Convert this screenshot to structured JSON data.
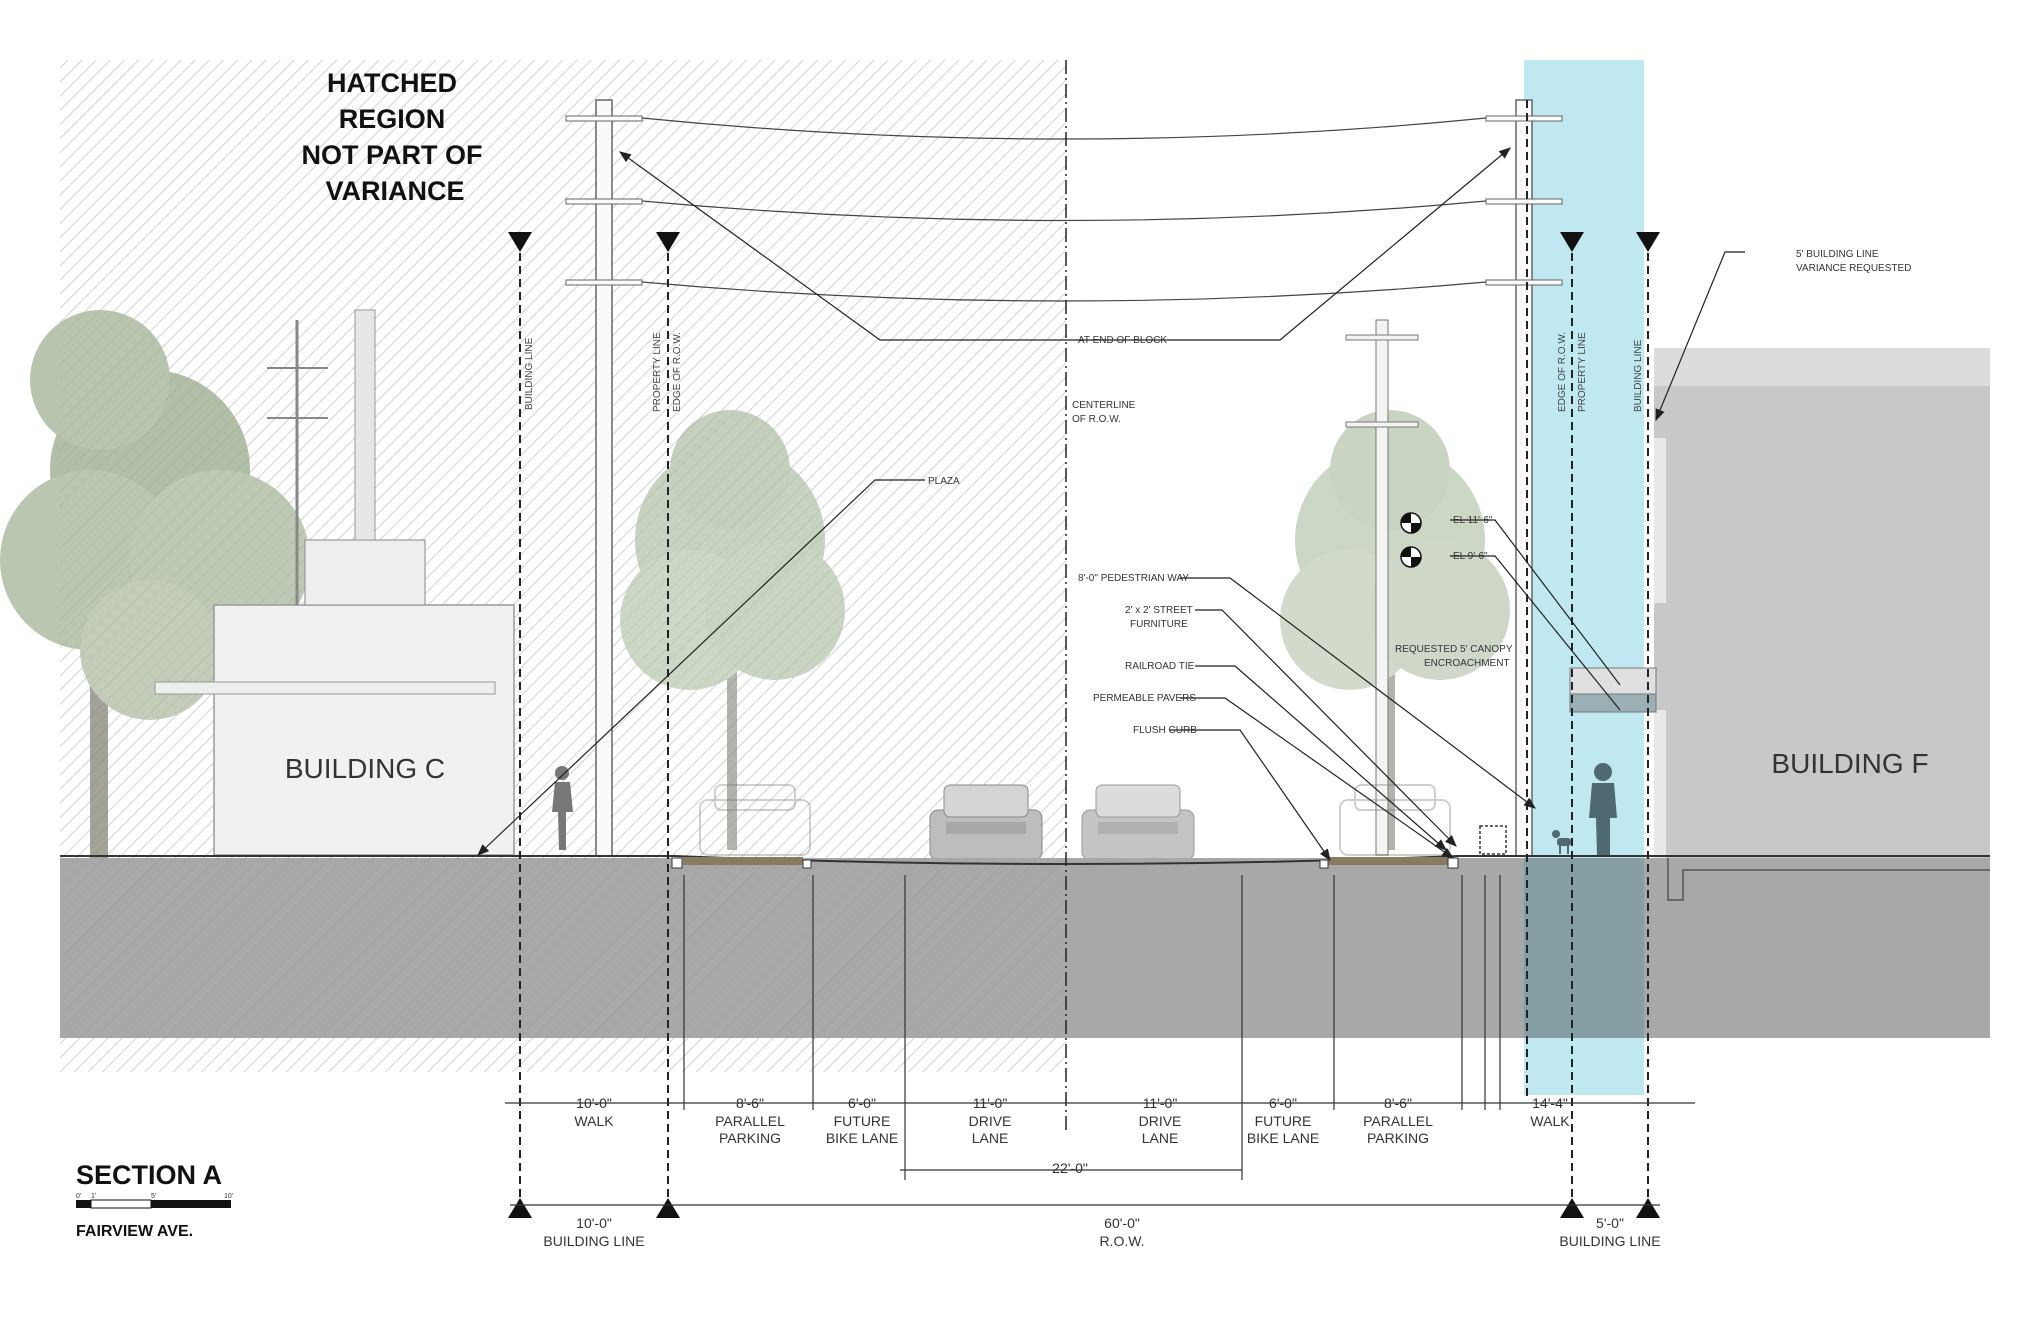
{
  "title": {
    "section": "SECTION A",
    "street": "FAIRVIEW AVE.",
    "scale_ticks": [
      "0'",
      "1'",
      "5'",
      "10'"
    ]
  },
  "hatched_note": [
    "HATCHED",
    "REGION",
    "NOT PART OF",
    "VARIANCE"
  ],
  "buildings": {
    "left": "BUILDING C",
    "right": "BUILDING F"
  },
  "vertical_labels": {
    "building_line_left": "BUILDING LINE",
    "property_line_left": "PROPERTY LINE",
    "edge_row_left": "EDGE OF R.O.W.",
    "edge_row_right": "EDGE OF R.O.W.",
    "property_line_right": "PROPERTY LINE",
    "building_line_right": "BUILDING LINE"
  },
  "callouts": {
    "end_of_block": "AT END OF BLOCK",
    "centerline": [
      "CENTERLINE",
      "OF R.O.W."
    ],
    "plaza": "PLAZA",
    "pedestrian_way": "8'-0\" PEDESTRIAN WAY",
    "street_furniture": [
      "2' x 2' STREET",
      "FURNITURE"
    ],
    "railroad_tie": "RAILROAD TIE",
    "permeable_pavers": "PERMEABLE PAVERS",
    "flush_curb": "FLUSH CURB",
    "el_upper": "EL 11'-6\"",
    "el_lower": "EL 9'-6\"",
    "canopy": [
      "REQUESTED 5' CANOPY",
      "ENCROACHMENT"
    ],
    "variance": [
      "5' BUILDING LINE",
      "VARIANCE REQUESTED"
    ]
  },
  "dimensions": {
    "segments": [
      {
        "value": "10'-0\"",
        "label": [
          "WALK"
        ]
      },
      {
        "value": "8'-6\"",
        "label": [
          "PARALLEL",
          "PARKING"
        ]
      },
      {
        "value": "6'-0\"",
        "label": [
          "FUTURE",
          "BIKE LANE"
        ]
      },
      {
        "value": "11'-0\"",
        "label": [
          "DRIVE",
          "LANE"
        ]
      },
      {
        "value": "11'-0\"",
        "label": [
          "DRIVE",
          "LANE"
        ]
      },
      {
        "value": "6'-0\"",
        "label": [
          "FUTURE",
          "BIKE LANE"
        ]
      },
      {
        "value": "8'-6\"",
        "label": [
          "PARALLEL",
          "PARKING"
        ]
      },
      {
        "value": "14'-4\"",
        "label": [
          "WALK"
        ]
      }
    ],
    "lanes_total": "22'-0\"",
    "bottom": [
      {
        "value": "10'-0\"",
        "label": "BUILDING LINE"
      },
      {
        "value": "60'-0\"",
        "label": "R.O.W."
      },
      {
        "value": "5'-0\"",
        "label": "BUILDING LINE"
      }
    ]
  },
  "colors": {
    "highlight": "#bfe8f0",
    "ground": "#a8a8a8",
    "building_f": "#c8c8c8",
    "hatch": "#cfcfcf"
  }
}
